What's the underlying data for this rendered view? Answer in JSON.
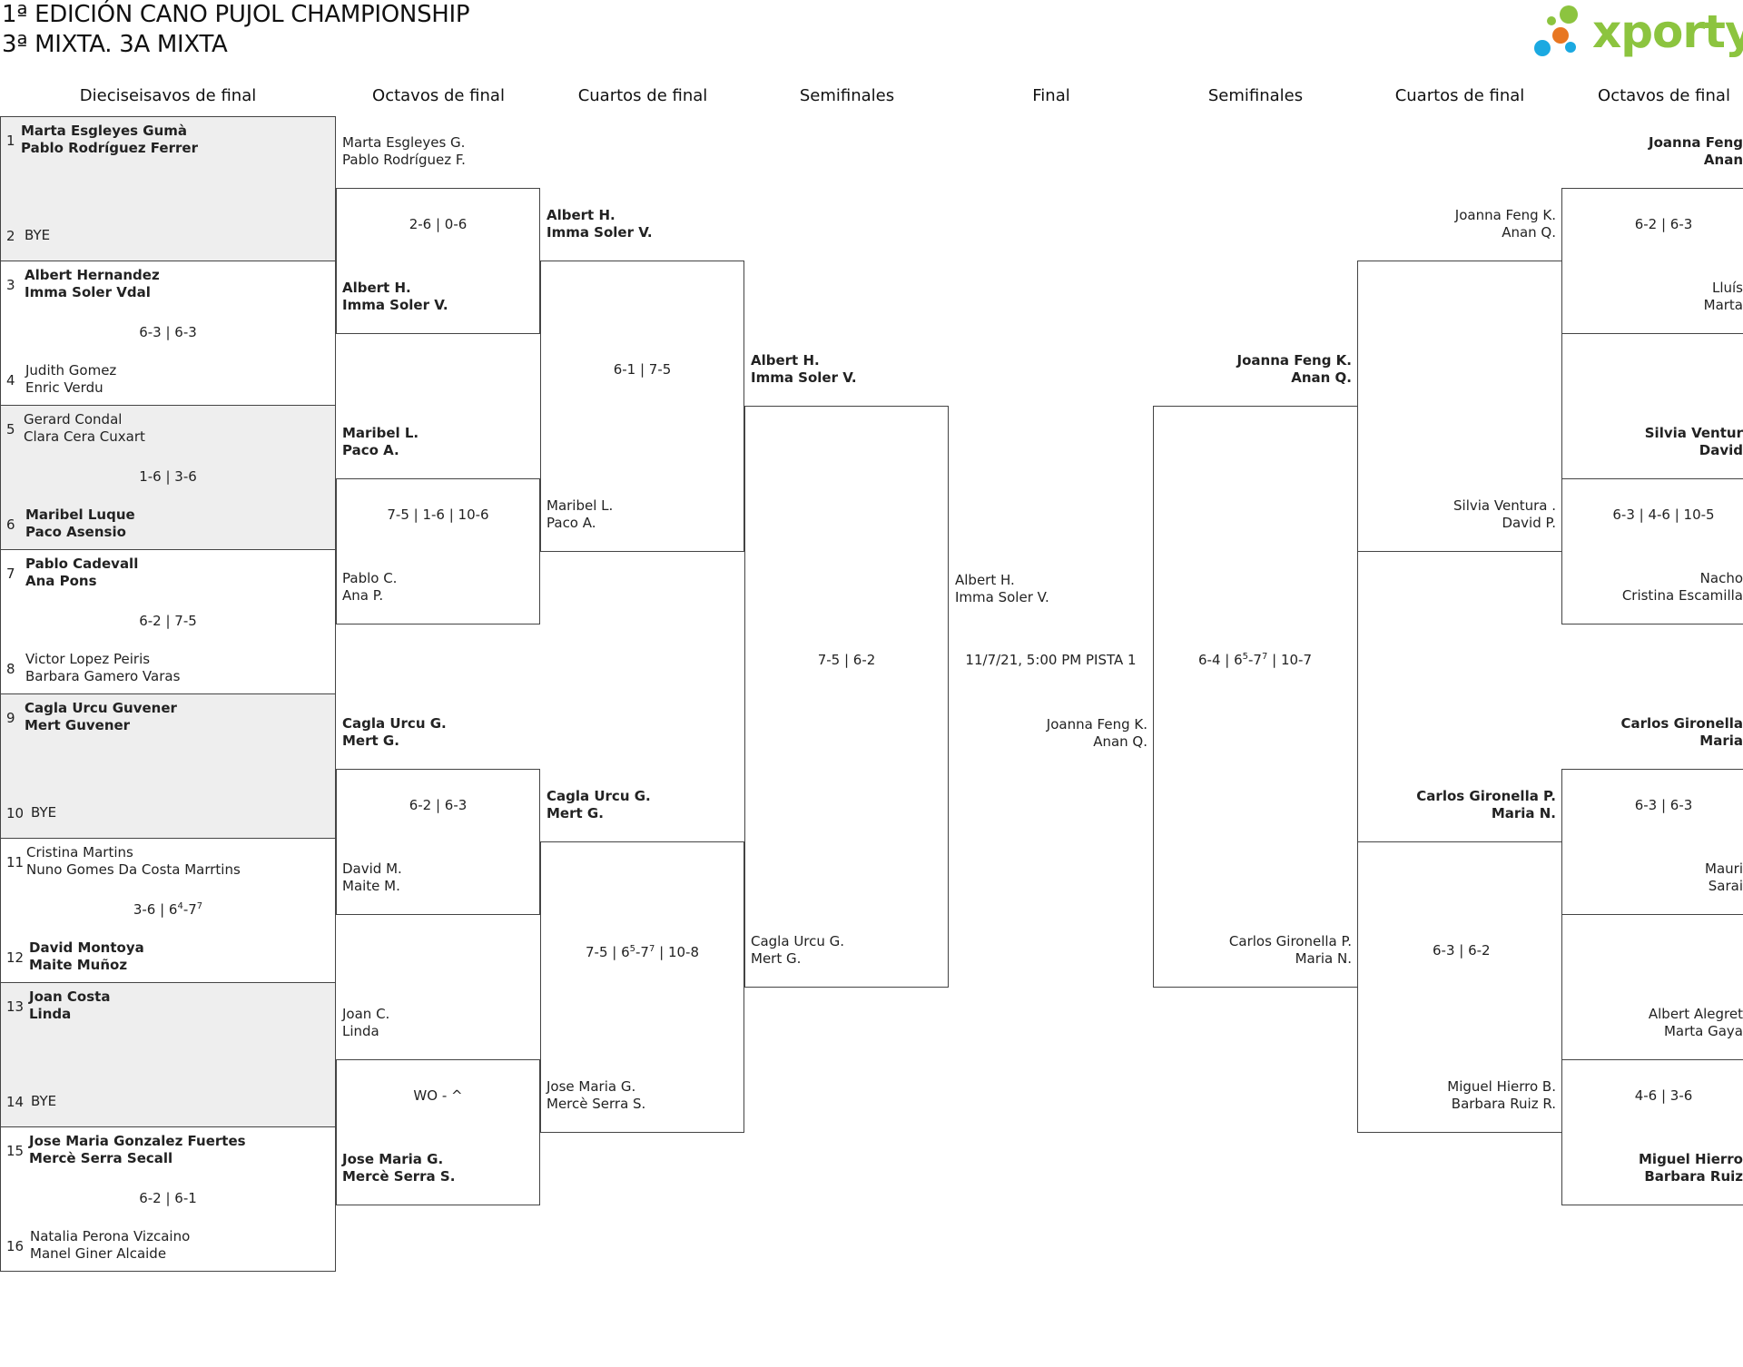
{
  "header": {
    "title": "1ª EDICIÓN CANO PUJOL CHAMPIONSHIP",
    "subtitle": "3ª MIXTA. 3A MIXTA",
    "logo_text": "xporty",
    "logo_colors": [
      "#8cc43f",
      "#e87722",
      "#1ba9e1"
    ]
  },
  "rounds": {
    "r32": "Dieciseisavos de final",
    "r16": "Octavos de final",
    "qf": "Cuartos de final",
    "sf": "Semifinales",
    "final": "Final",
    "sf_r": "Semifinales",
    "qf_r": "Cuartos de final",
    "r16_r": "Octavos de final"
  },
  "r32": {
    "n1": "1",
    "n2": "2",
    "n3": "3",
    "n4": "4",
    "n5": "5",
    "n6": "6",
    "n7": "7",
    "n8": "8",
    "n9": "9",
    "n10": "10",
    "n11": "11",
    "n12": "12",
    "n13": "13",
    "n14": "14",
    "n15": "15",
    "n16": "16",
    "p1a": "Marta Esgleyes Gumà",
    "p1b": "Pablo Rodríguez Ferrer",
    "p2": "BYE",
    "p3a": "Albert Hernandez",
    "p3b": "Imma Soler Vdal",
    "p4a": "Judith Gomez",
    "p4b": "Enric Verdu",
    "p5a": "Gerard Condal",
    "p5b": "Clara Cera Cuxart",
    "p6a": "Maribel Luque",
    "p6b": "Paco Asensio",
    "p7a": "Pablo Cadevall",
    "p7b": "Ana Pons",
    "p8a": "Victor Lopez Peiris",
    "p8b": "Barbara Gamero Varas",
    "p9a": "Cagla Urcu Guvener",
    "p9b": "Mert Guvener",
    "p10": "BYE",
    "p11a": "Cristina Martins",
    "p11b": "Nuno Gomes Da Costa Marrtins",
    "p12a": "David Montoya",
    "p12b": "Maite Muñoz",
    "p13a": "Joan Costa",
    "p13b": "Linda",
    "p14": "BYE",
    "p15a": "Jose Maria Gonzalez Fuertes",
    "p15b": "Mercè Serra Secall",
    "p16a": "Natalia Perona Vizcaino",
    "p16b": "Manel Giner Alcaide",
    "s2": "6-3 | 6-3",
    "s3": "1-6 | 3-6",
    "s4": "6-2 | 7-5",
    "s6a": "3-6 | 6",
    "s6b": "4",
    "s6c": "-7",
    "s6d": "7",
    "s8": "6-2 | 6-1"
  },
  "r16": {
    "a1": "Marta Esgleyes G.",
    "a2": "Pablo Rodríguez F.",
    "b1": "Albert H.",
    "b2": "Imma Soler V.",
    "c1": "Maribel L.",
    "c2": "Paco A.",
    "d1": "Pablo C.",
    "d2": "Ana P.",
    "e1": "Cagla Urcu G.",
    "e2": "Mert G.",
    "f1": "David M.",
    "f2": "Maite M.",
    "g1": "Joan C.",
    "g2": "Linda",
    "h1": "Jose Maria G.",
    "h2": "Mercè Serra S.",
    "s1": "2-6 | 0-6",
    "s2": "7-5 | 1-6 | 10-6",
    "s3": "6-2 | 6-3",
    "s4": "WO - ^"
  },
  "qf": {
    "a1": "Albert H.",
    "a2": "Imma Soler V.",
    "b1": "Maribel L.",
    "b2": "Paco A.",
    "c1": "Cagla Urcu G.",
    "c2": "Mert G.",
    "d1": "Jose Maria G.",
    "d2": "Mercè Serra S.",
    "s1": "6-1 | 7-5",
    "s2a": "7-5 | 6",
    "s2b": "5",
    "s2c": "-7",
    "s2d": "7",
    "s2e": " | 10-8"
  },
  "sf": {
    "a1": "Albert H.",
    "a2": "Imma Soler V.",
    "b1": "Cagla Urcu G.",
    "b2": "Mert G.",
    "s1": "7-5 | 6-2"
  },
  "final": {
    "a1": "Albert H.",
    "a2": "Imma Soler V.",
    "b1": "Joanna Feng K.",
    "b2": "Anan Q.",
    "schedule": "11/7/21, 5:00 PM PISTA 1"
  },
  "sf_r": {
    "a1": "Joanna Feng K.",
    "a2": "Anan Q.",
    "b1": "Carlos Gironella P.",
    "b2": "Maria N.",
    "s1a": "6-4 | 6",
    "s1b": "5",
    "s1c": "-7",
    "s1d": "7",
    "s1e": " | 10-7"
  },
  "qf_r": {
    "a1": "Joanna Feng K.",
    "a2": "Anan Q.",
    "b1": "Silvia Ventura .",
    "b2": "David P.",
    "c1": "Carlos Gironella P.",
    "c2": "Maria N.",
    "d1": "Miguel Hierro B.",
    "d2": "Barbara Ruiz R.",
    "s1": "6-3 | 6-2"
  },
  "r16_r": {
    "a1": "Joanna Feng",
    "a2": "Anan",
    "b1": "Lluís",
    "b2": "Marta",
    "c1": "Silvia Ventur",
    "c2": "David",
    "d1": "Nacho",
    "d2": "Cristina Escamilla",
    "e1": "Carlos Gironella",
    "e2": "Maria",
    "f1": "Mauri",
    "f2": "Sarai",
    "g1": "Albert Alegret",
    "g2": "Marta Gaya",
    "h1": "Miguel Hierro",
    "h2": "Barbara Ruiz",
    "s1": "6-2 | 6-3",
    "s2": "6-3 | 4-6 | 10-5",
    "s3": "6-3 | 6-3",
    "s4": "4-6 | 3-6"
  }
}
